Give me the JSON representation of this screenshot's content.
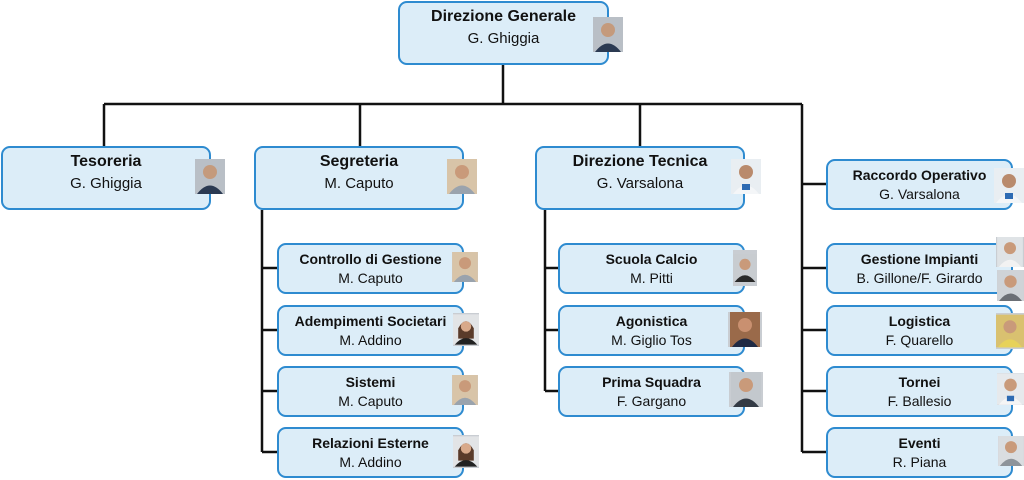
{
  "nodes": {
    "direzione_generale": {
      "title": "Direzione Generale",
      "person": "G. Ghiggia"
    },
    "tesoreria": {
      "title": "Tesoreria",
      "person": "G. Ghiggia"
    },
    "segreteria": {
      "title": "Segreteria",
      "person": "M. Caputo"
    },
    "direzione_tecnica": {
      "title": "Direzione Tecnica",
      "person": "G. Varsalona"
    },
    "raccordo_operativo": {
      "title": "Raccordo Operativo",
      "person": "G. Varsalona"
    },
    "controllo_gestione": {
      "title": "Controllo di Gestione",
      "person": "M. Caputo"
    },
    "adempimenti_societari": {
      "title": "Adempimenti Societari",
      "person": "M. Addino"
    },
    "sistemi": {
      "title": "Sistemi",
      "person": "M. Caputo"
    },
    "relazioni_esterne": {
      "title": "Relazioni Esterne",
      "person": "M. Addino"
    },
    "scuola_calcio": {
      "title": "Scuola Calcio",
      "person": "M. Pitti"
    },
    "agonistica": {
      "title": "Agonistica",
      "person": "M. Giglio Tos"
    },
    "prima_squadra": {
      "title": "Prima Squadra",
      "person": "F. Gargano"
    },
    "gestione_impianti": {
      "title": "Gestione Impianti",
      "person": "B. Gillone/F. Girardo"
    },
    "logistica": {
      "title": "Logistica",
      "person": "F. Quarello"
    },
    "tornei": {
      "title": "Tornei",
      "person": "F. Ballesio"
    },
    "eventi": {
      "title": "Eventi",
      "person": "R. Piana"
    }
  },
  "colors": {
    "box_fill": "#dcedf8",
    "box_border": "#2e8bd0",
    "connector": "#111111"
  },
  "icons": {
    "avatar": "person-photo-icon"
  }
}
